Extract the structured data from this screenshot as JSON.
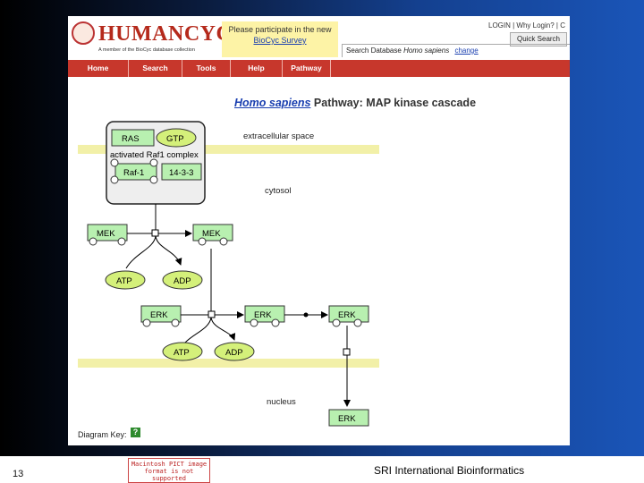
{
  "header": {
    "logo_text": "HUMANCYC",
    "logo_subtitle": "A member of the BioCyc database collection",
    "survey_line1": "Please participate in the new",
    "survey_link": "BioCyc Survey",
    "login": "LOGIN | Why Login? | C",
    "quick_search": "Quick Search",
    "search_label": "Search Database",
    "search_organism": "Homo sapiens",
    "change_link": "change"
  },
  "nav": [
    "Home",
    "Search",
    "Tools",
    "Help",
    "Pathway"
  ],
  "page": {
    "species": "Homo sapiens",
    "title_rest": " Pathway: MAP kinase cascade"
  },
  "diagram": {
    "compartments": [
      "extracellular space",
      "cytosol",
      "nucleus"
    ],
    "complex_label": "activated Raf1 complex",
    "nodes": {
      "ras": "RAS",
      "gtp": "GTP",
      "raf1": "Raf-1",
      "p1433": "14-3-3",
      "mek1": "MEK",
      "mek2": "MEK",
      "atp1": "ATP",
      "adp1": "ADP",
      "erk1": "ERK",
      "erk2": "ERK",
      "erk3": "ERK",
      "erk4": "ERK",
      "atp2": "ATP",
      "adp2": "ADP"
    },
    "phospho": "P"
  },
  "diagram_key": "Diagram Key:",
  "key_icon_text": "?",
  "footer": {
    "slide_number": "13",
    "credit": "SRI International Bioinformatics",
    "pict_text": "Macintosh PICT image format is not supported"
  },
  "colors": {
    "nav_red": "#c7372c",
    "node_green": "#b8f0b0",
    "metabolite_yellow": "#d4f07a",
    "membrane": "#f2f0a8"
  }
}
